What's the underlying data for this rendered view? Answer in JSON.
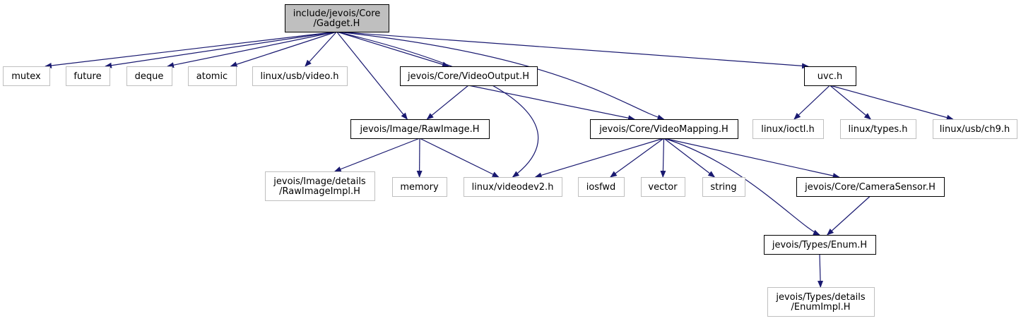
{
  "colors": {
    "edge": "#191970",
    "root_fill": "#bfbfbf",
    "node_fill": "#ffffff",
    "documented_border": "#000000",
    "undocumented_border": "#bfbfbf",
    "text": "#000000"
  },
  "nodes": [
    {
      "id": "gadget",
      "lines": [
        "include/jevois/Core",
        "/Gadget.H"
      ],
      "style": "root"
    },
    {
      "id": "mutex",
      "lines": [
        "mutex"
      ],
      "style": "undocumented"
    },
    {
      "id": "future",
      "lines": [
        "future"
      ],
      "style": "undocumented"
    },
    {
      "id": "deque",
      "lines": [
        "deque"
      ],
      "style": "undocumented"
    },
    {
      "id": "atomic",
      "lines": [
        "atomic"
      ],
      "style": "undocumented"
    },
    {
      "id": "usbvideo",
      "lines": [
        "linux/usb/video.h"
      ],
      "style": "undocumented"
    },
    {
      "id": "videooutput",
      "lines": [
        "jevois/Core/VideoOutput.H"
      ],
      "style": "documented"
    },
    {
      "id": "uvc",
      "lines": [
        "uvc.h"
      ],
      "style": "documented"
    },
    {
      "id": "rawimage",
      "lines": [
        "jevois/Image/RawImage.H"
      ],
      "style": "documented"
    },
    {
      "id": "videomapping",
      "lines": [
        "jevois/Core/VideoMapping.H"
      ],
      "style": "documented"
    },
    {
      "id": "ioctl",
      "lines": [
        "linux/ioctl.h"
      ],
      "style": "undocumented"
    },
    {
      "id": "types",
      "lines": [
        "linux/types.h"
      ],
      "style": "undocumented"
    },
    {
      "id": "ch9",
      "lines": [
        "linux/usb/ch9.h"
      ],
      "style": "undocumented"
    },
    {
      "id": "rawimageimpl",
      "lines": [
        "jevois/Image/details",
        "/RawImageImpl.H"
      ],
      "style": "undocumented"
    },
    {
      "id": "memory",
      "lines": [
        "memory"
      ],
      "style": "undocumented"
    },
    {
      "id": "videodev2",
      "lines": [
        "linux/videodev2.h"
      ],
      "style": "undocumented"
    },
    {
      "id": "iosfwd",
      "lines": [
        "iosfwd"
      ],
      "style": "undocumented"
    },
    {
      "id": "vector",
      "lines": [
        "vector"
      ],
      "style": "undocumented"
    },
    {
      "id": "string",
      "lines": [
        "string"
      ],
      "style": "undocumented"
    },
    {
      "id": "camerasensor",
      "lines": [
        "jevois/Core/CameraSensor.H"
      ],
      "style": "documented"
    },
    {
      "id": "enum",
      "lines": [
        "jevois/Types/Enum.H"
      ],
      "style": "documented"
    },
    {
      "id": "enumimpl",
      "lines": [
        "jevois/Types/details",
        "/EnumImpl.H"
      ],
      "style": "undocumented"
    }
  ],
  "edges": [
    {
      "from": "gadget",
      "to": "mutex"
    },
    {
      "from": "gadget",
      "to": "future"
    },
    {
      "from": "gadget",
      "to": "deque"
    },
    {
      "from": "gadget",
      "to": "atomic"
    },
    {
      "from": "gadget",
      "to": "usbvideo"
    },
    {
      "from": "gadget",
      "to": "rawimage"
    },
    {
      "from": "gadget",
      "to": "videooutput"
    },
    {
      "from": "gadget",
      "to": "videodev2"
    },
    {
      "from": "gadget",
      "to": "videomapping"
    },
    {
      "from": "gadget",
      "to": "uvc"
    },
    {
      "from": "videooutput",
      "to": "rawimage"
    },
    {
      "from": "videooutput",
      "to": "videomapping"
    },
    {
      "from": "rawimage",
      "to": "rawimageimpl"
    },
    {
      "from": "rawimage",
      "to": "memory"
    },
    {
      "from": "rawimage",
      "to": "videodev2"
    },
    {
      "from": "videomapping",
      "to": "videodev2"
    },
    {
      "from": "videomapping",
      "to": "iosfwd"
    },
    {
      "from": "videomapping",
      "to": "vector"
    },
    {
      "from": "videomapping",
      "to": "string"
    },
    {
      "from": "videomapping",
      "to": "camerasensor"
    },
    {
      "from": "videomapping",
      "to": "enum"
    },
    {
      "from": "camerasensor",
      "to": "enum"
    },
    {
      "from": "enum",
      "to": "enumimpl"
    },
    {
      "from": "uvc",
      "to": "ioctl"
    },
    {
      "from": "uvc",
      "to": "types"
    },
    {
      "from": "uvc",
      "to": "ch9"
    }
  ]
}
